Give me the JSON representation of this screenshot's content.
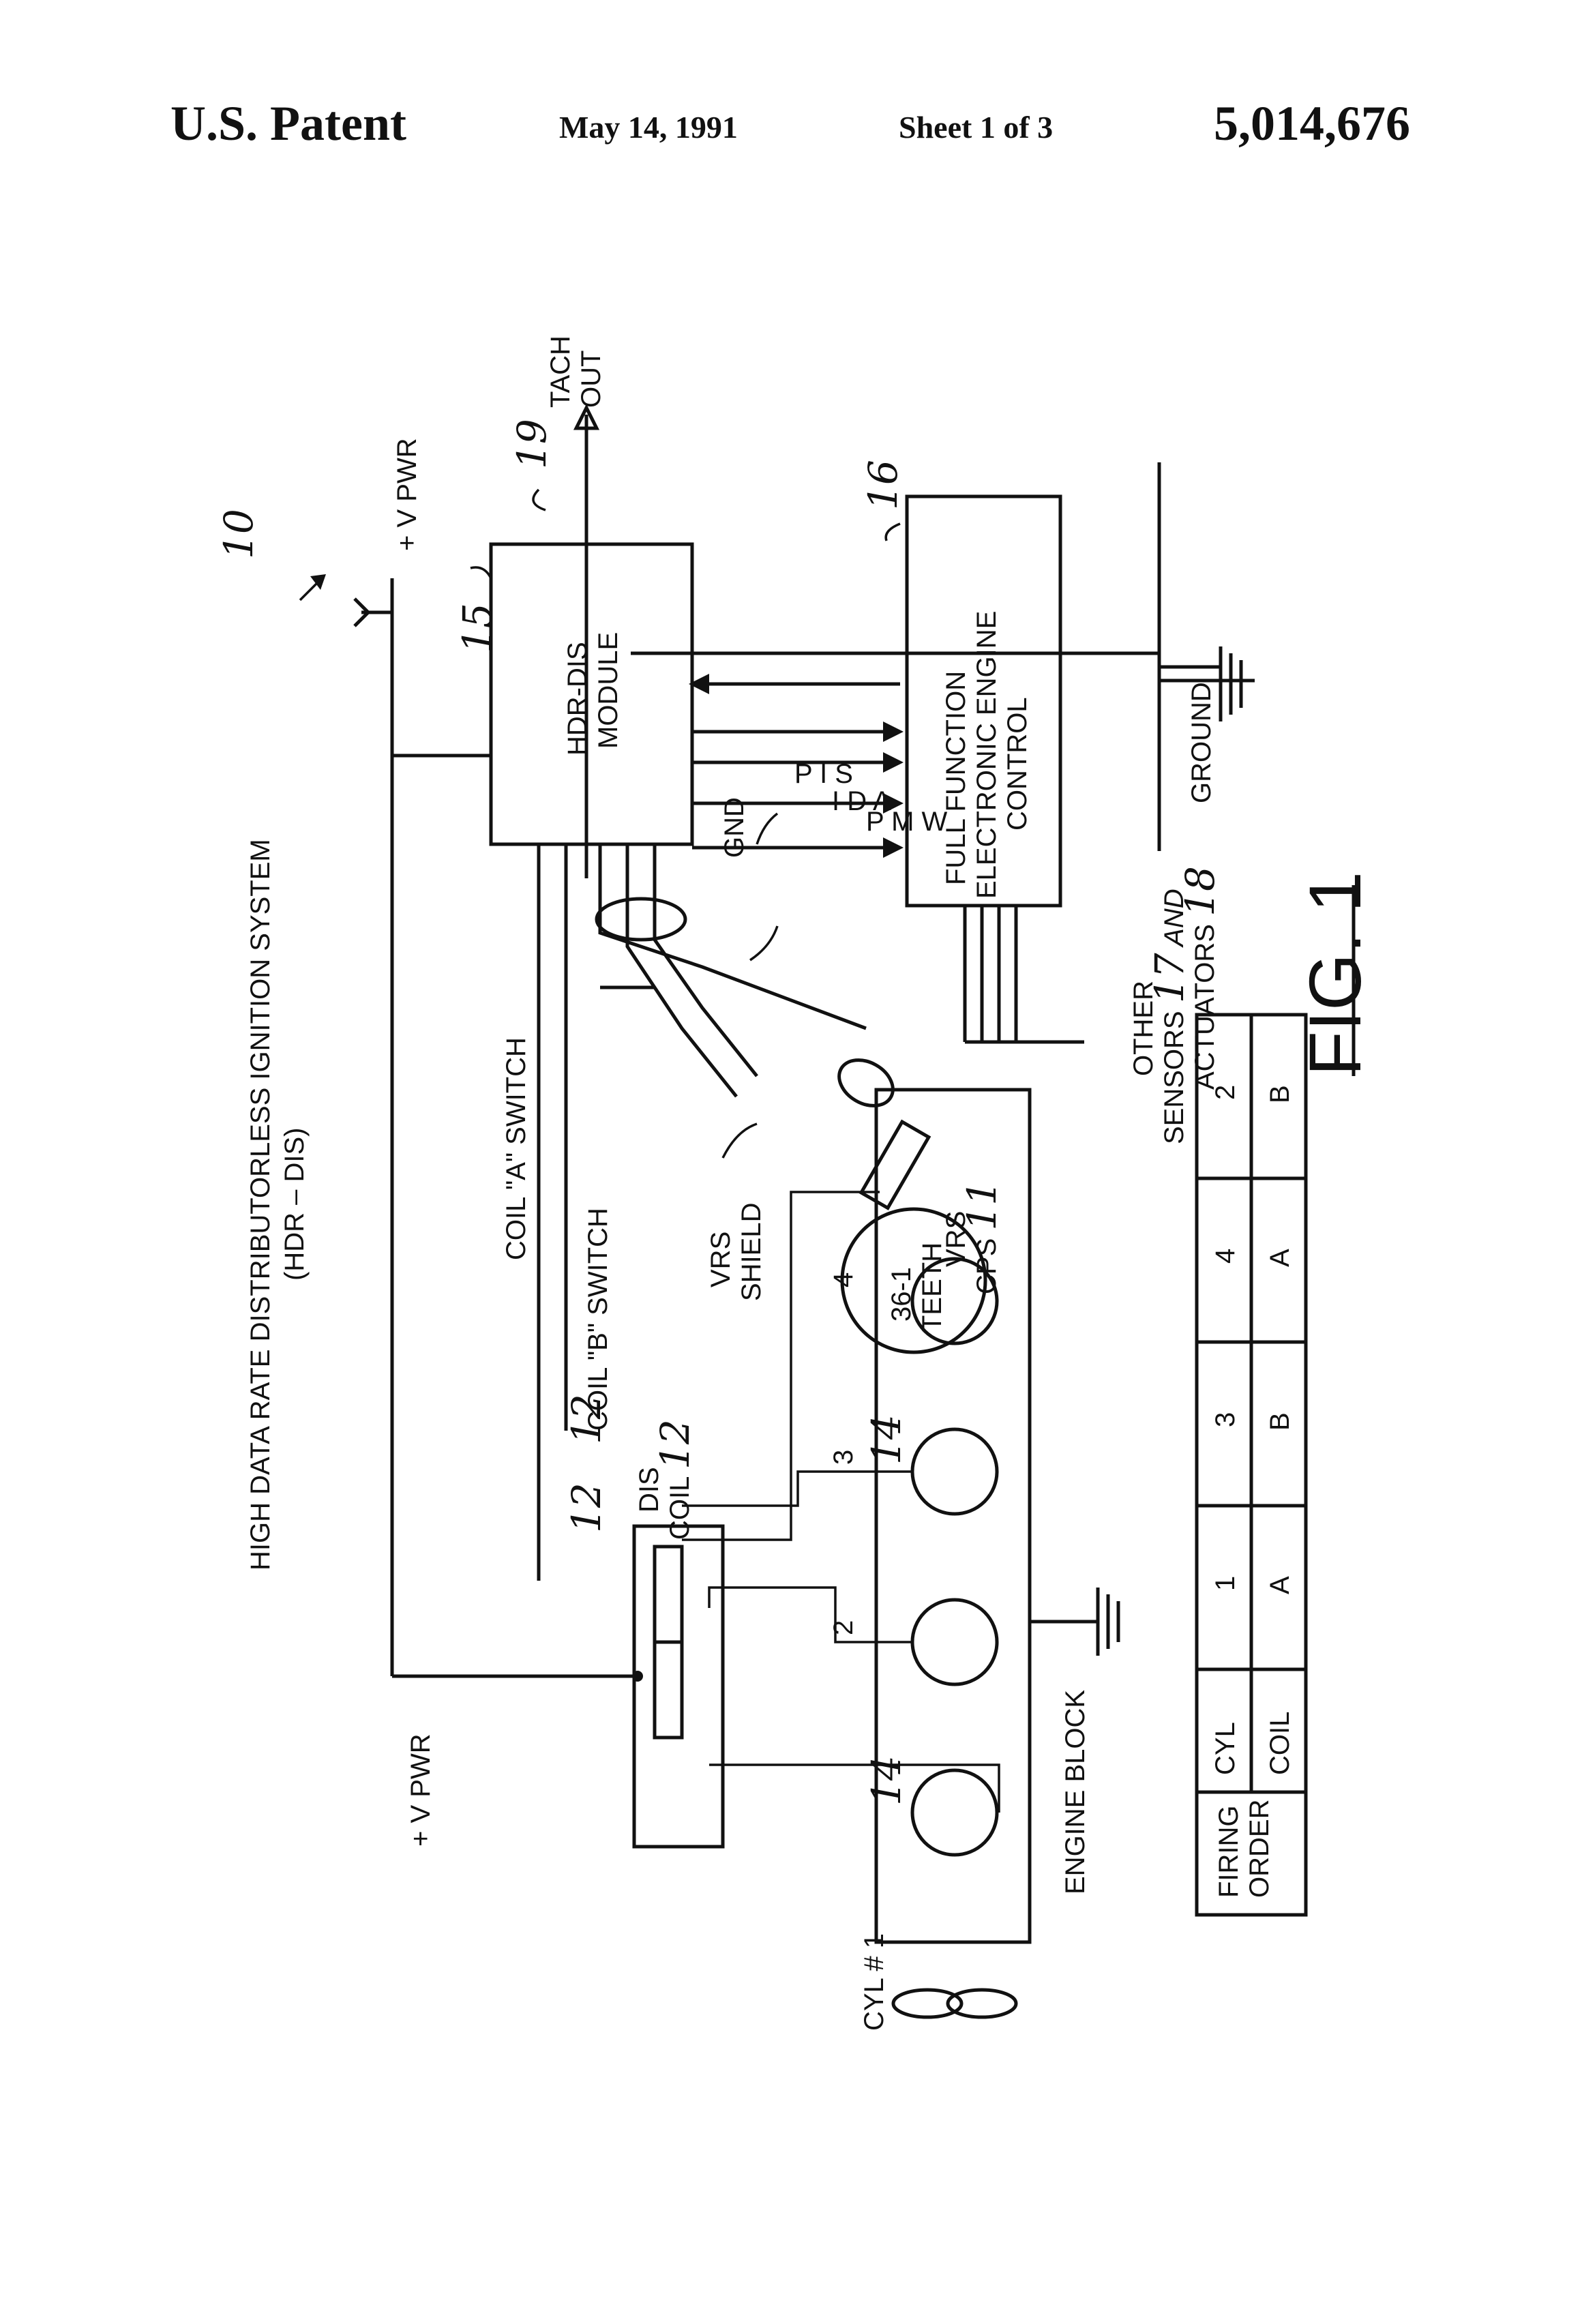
{
  "header": {
    "publisher": "U.S. Patent",
    "date": "May 14, 1991",
    "sheet": "Sheet 1 of 3",
    "patent_number": "5,014,676"
  },
  "title": {
    "line1": "HIGH DATA RATE DISTRIBUTORLESS IGNITION SYSTEM",
    "line2": "(HDR – DIS)"
  },
  "refs": {
    "system": "10",
    "vrs": "11",
    "coil": "12",
    "cyl": "14",
    "module": "15",
    "control": "16",
    "sensors": "17",
    "actuators": "18",
    "tach": "19"
  },
  "labels": {
    "vpwr_top": "+ V PWR",
    "vpwr_left": "+ V PWR",
    "tach_line1": "TACH",
    "tach_line2": "OUT",
    "module_line1": "HDR-DIS",
    "module_line2": "MODULE",
    "control_line1": "FULL FUNCTION",
    "control_line2": "ELECTRONIC ENGINE",
    "control_line3": "CONTROL",
    "ground": "GROUND",
    "gnd": "GND",
    "signals_line1": "P  I  S",
    "signals_line2": "I  D  A",
    "signals_line3": "P  M  W",
    "other_line1": "OTHER",
    "other_line2_prefix": "SENSORS ",
    "other_line2_suffix": " AND",
    "other_line3_prefix": "ACTUATORS ",
    "vrs_shield_line1": "VRS",
    "vrs_shield_line2": "SHIELD",
    "vrs_cps_line1": "VRS",
    "vrs_cps_line2": "CPS ",
    "teeth_line1": "36-1",
    "teeth_line2": "TEETH",
    "coil_a_switch": "COIL \"A\" SWITCH",
    "coil_b_switch": "COIL \"B\" SWITCH",
    "dis_coil_line1": "DIS",
    "dis_coil_line2": "COIL ",
    "cyl1": "CYL # 1",
    "engine_block": "ENGINE BLOCK",
    "cyl_num_2": "2",
    "cyl_num_3": "3",
    "cyl_num_4": "4",
    "figure": "FIG. 1"
  },
  "firing_order": {
    "label_line1": "FIRING",
    "label_line2": "ORDER",
    "row_labels": [
      "CYL",
      "COIL"
    ],
    "cyl": [
      "1",
      "3",
      "4",
      "2"
    ],
    "coil": [
      "A",
      "B",
      "A",
      "B"
    ]
  }
}
